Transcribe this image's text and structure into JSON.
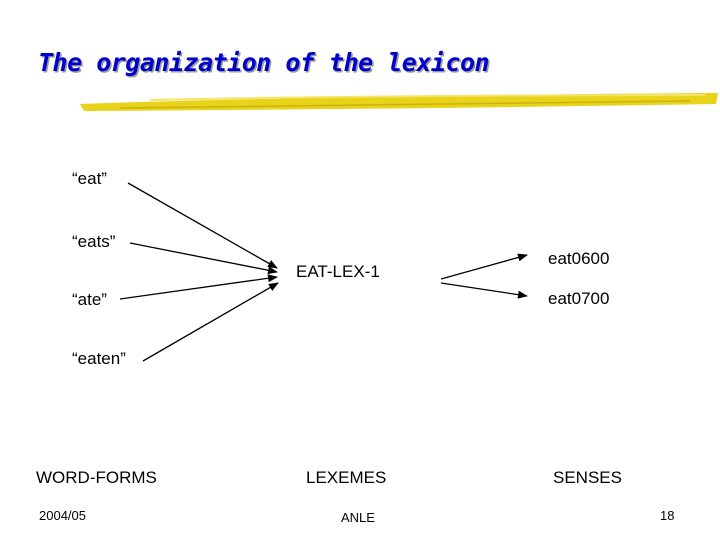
{
  "title": "The organization of the lexicon",
  "word_forms": [
    "“eat”",
    "“eats”",
    "“ate”",
    "“eaten”"
  ],
  "lexeme": "EAT-LEX-1",
  "senses": [
    "eat0600",
    "eat0700"
  ],
  "columns": {
    "word_forms": "WORD-FORMS",
    "lexemes": "LEXEMES",
    "senses": "SENSES"
  },
  "footer": {
    "date": "2004/05",
    "course": "ANLE",
    "page": "18"
  },
  "colors": {
    "title": "#0000cc",
    "title_shadow": "#9a9a9a",
    "underline": "#e8d21a"
  }
}
